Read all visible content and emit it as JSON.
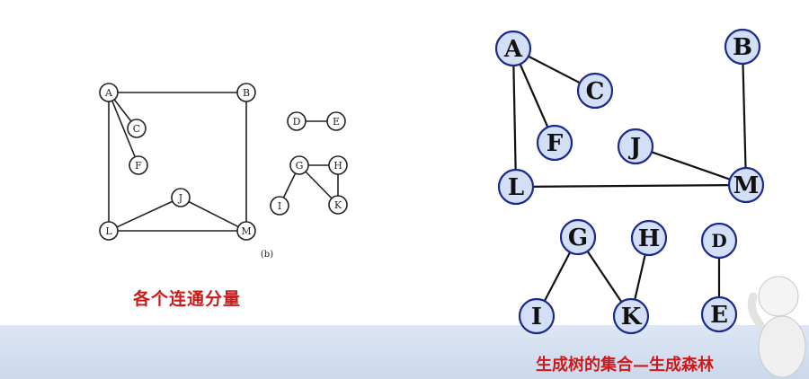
{
  "left_graph": {
    "sublabel": "(b)",
    "nodes": [
      "A",
      "B",
      "C",
      "F",
      "J",
      "L",
      "M",
      "D",
      "E",
      "G",
      "H",
      "I",
      "K"
    ]
  },
  "right_forest": {
    "nodes": [
      "A",
      "B",
      "C",
      "F",
      "J",
      "L",
      "M",
      "G",
      "H",
      "D",
      "I",
      "K",
      "E"
    ]
  },
  "captions": {
    "left": "各个连通分量",
    "right": "生成树的集合—生成森林"
  },
  "colors": {
    "node_fill": "#d3dff6",
    "node_stroke": "#1b2a8c",
    "caption": "#cc1a1a"
  }
}
